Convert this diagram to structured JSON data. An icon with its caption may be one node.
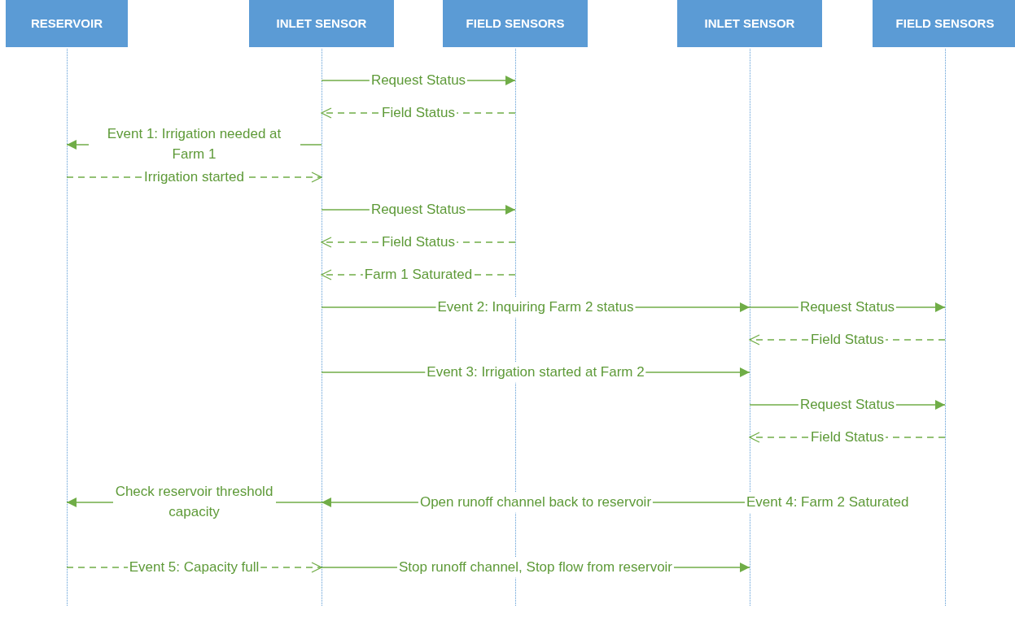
{
  "diagram": {
    "nodes": [
      {
        "text": [
          "RESERVOIR"
        ]
      },
      {
        "text": [
          "INLET SENSOR"
        ]
      },
      {
        "text": [
          "FIELD SENSORS"
        ]
      },
      {
        "text": [
          "INLET SENSOR"
        ]
      },
      {
        "text": [
          "FIELD SENSORS"
        ]
      },
      {
        "text": [],
        "shape": "line"
      },
      {
        "text": [],
        "shape": "line"
      },
      {
        "text": [],
        "shape": "line"
      },
      {
        "text": [],
        "shape": "line"
      },
      {
        "text": [],
        "shape": "line"
      }
    ],
    "edges": [
      {
        "from": 6,
        "to": 7,
        "arrow": "to",
        "label": "Request Status"
      },
      {
        "from": 7,
        "to": 6,
        "arrow": "to",
        "label": "Field Status",
        "style": "dashed"
      },
      {
        "from": 6,
        "to": 5,
        "arrow": "to",
        "label": "Event 1: Irrigation needed at Farm 1"
      },
      {
        "from": 5,
        "to": 6,
        "arrow": "to",
        "label": "Irrigation started",
        "style": "dashed"
      },
      {
        "from": 6,
        "to": 7,
        "arrow": "to",
        "label": "Request Status"
      },
      {
        "from": 7,
        "to": 6,
        "arrow": "to",
        "label": "Field Status",
        "style": "dashed"
      },
      {
        "from": 7,
        "to": 6,
        "arrow": "to",
        "label": "Farm 1 Saturated",
        "style": "dashed"
      },
      {
        "from": 6,
        "to": 8,
        "arrow": "to",
        "label": "Event 2: Inquiring Farm 2 status"
      },
      {
        "from": 8,
        "to": 9,
        "arrow": "to",
        "label": "Request Status"
      },
      {
        "from": 9,
        "to": 8,
        "arrow": "to",
        "label": "Field Status",
        "style": "dashed"
      },
      {
        "from": 6,
        "to": 8,
        "arrow": "to",
        "label": "Event 3: Irrigation started at Farm 2"
      },
      {
        "from": 8,
        "to": 9,
        "arrow": "to",
        "label": "Request Status"
      },
      {
        "from": 9,
        "to": 8,
        "arrow": "to",
        "label": "Field Status",
        "style": "dashed"
      },
      {
        "from": 8,
        "to": 6,
        "arrow": "to",
        "label": "Open runoff channel back to reservoir"
      },
      {
        "from": 6,
        "to": 5,
        "arrow": "to",
        "label": "Check reservoir threshold capacity"
      },
      {
        "from": 5,
        "to": 6,
        "arrow": "to",
        "label": "Event 5: Capacity full",
        "style": "dashed"
      },
      {
        "from": 6,
        "to": 8,
        "arrow": "to",
        "label": "Stop runoff channel, Stop flow from reservoir"
      }
    ],
    "labels": [
      "Event 4: Farm 2 Saturated"
    ]
  }
}
